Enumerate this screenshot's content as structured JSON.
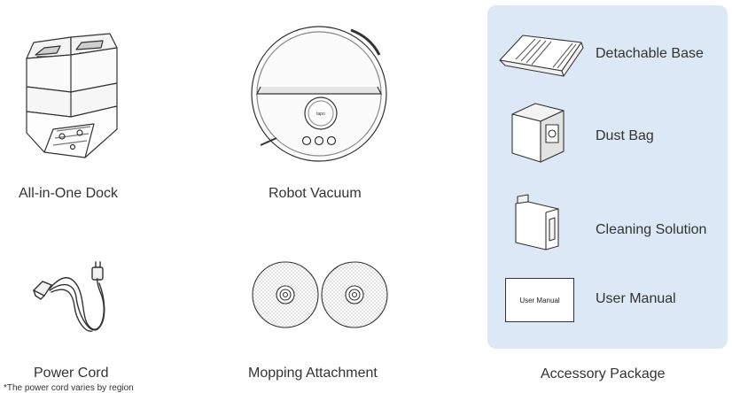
{
  "items": {
    "dock": {
      "label": "All-in-One Dock"
    },
    "vacuum": {
      "label": "Robot Vacuum"
    },
    "power_cord": {
      "label": "Power Cord",
      "note": "*The power cord varies by region"
    },
    "mopping": {
      "label": "Mopping Attachment"
    }
  },
  "accessory_package": {
    "label": "Accessory Package",
    "items": [
      {
        "label": "Detachable Base",
        "icon": "detachable-base-icon"
      },
      {
        "label": "Dust Bag",
        "icon": "dust-bag-icon"
      },
      {
        "label": "Cleaning Solution",
        "icon": "cleaning-solution-icon"
      },
      {
        "label": "User Manual",
        "icon": "user-manual-icon",
        "box_text": "User Manual"
      }
    ]
  },
  "vacuum_logo": "tapo",
  "colors": {
    "panel_bg": "#dce8f5",
    "line": "#333333"
  }
}
